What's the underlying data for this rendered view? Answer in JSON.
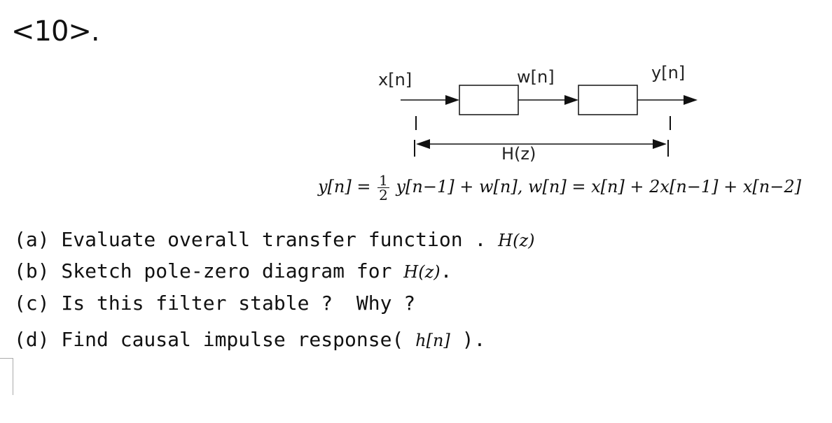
{
  "header": {
    "title": "<10>."
  },
  "diagram": {
    "input_label": "x[n]",
    "mid_label": "w[n]",
    "output_label": "y[n]",
    "system_label": "H(z)"
  },
  "equation": {
    "lhs": "y[n] =",
    "frac_num": "1",
    "frac_den": "2",
    "rhs": "y[n−1] + w[n],  w[n] = x[n] + 2x[n−1] + x[n−2]"
  },
  "questions": [
    {
      "text": "(a) Evaluate overall transfer function .",
      "math": "H(z)",
      "suffix": ""
    },
    {
      "text": "(b) Sketch pole-zero diagram for ",
      "math": "H(z)",
      "suffix": "."
    },
    {
      "text": "(c) Is this filter stable ?  Why ?",
      "math": "",
      "suffix": ""
    },
    {
      "text": "(d) Find causal impulse response( ",
      "math": "h[n]",
      "suffix": " )."
    }
  ]
}
